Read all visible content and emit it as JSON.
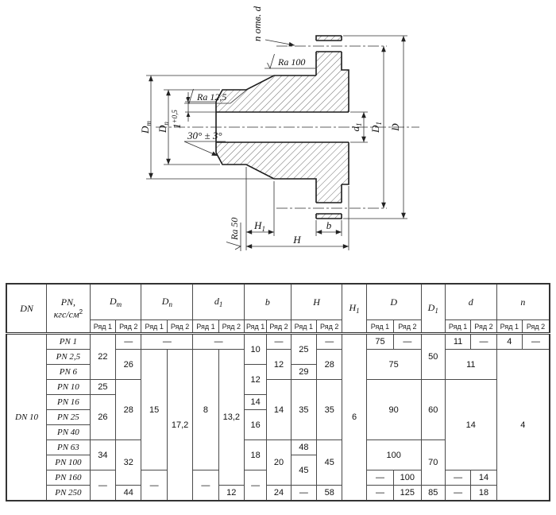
{
  "drawing": {
    "labels": {
      "holes_note": "n отв. d",
      "ra_top": "Ra 100",
      "ra_cone": "Ra 12,5",
      "ra_fillet": "Ra 50",
      "bevel_angle": "30° ± 3°",
      "land_value": "1",
      "land_tolerance": "+0,5",
      "dim_dm": {
        "base": "D",
        "sub": "m"
      },
      "dim_dn": {
        "base": "D",
        "sub": "n"
      },
      "dim_d1": {
        "base": "d",
        "sub": "1"
      },
      "dim_D1": {
        "base": "D",
        "sub": "1"
      },
      "dim_D": {
        "base": "D"
      },
      "dim_H": {
        "base": "H"
      },
      "dim_H1": {
        "base": "H",
        "sub": "1"
      },
      "dim_b": {
        "base": "b"
      }
    }
  },
  "table": {
    "header": {
      "dn": "DN",
      "pn": {
        "line1": "PN,",
        "line2": "кгс/см",
        "sup": "2"
      },
      "series_1": "Ряд 1",
      "series_2": "Ряд 2",
      "columns": [
        {
          "base": "D",
          "sub": "m",
          "split": true
        },
        {
          "base": "D",
          "sub": "n",
          "split": true
        },
        {
          "base": "d",
          "sub": "1",
          "split": true
        },
        {
          "base": "b",
          "sub": "",
          "split": true
        },
        {
          "base": "H",
          "sub": "",
          "split": true
        },
        {
          "base": "H",
          "sub": "1",
          "split": false
        },
        {
          "base": "D",
          "sub": "",
          "split": true
        },
        {
          "base": "D",
          "sub": "1",
          "split": false
        },
        {
          "base": "d",
          "sub": "",
          "split": true
        },
        {
          "base": "n",
          "sub": "",
          "split": true
        }
      ]
    },
    "rows": [
      [
        {
          "v": "DN 10",
          "rs": 11
        },
        {
          "v": "PN 1"
        },
        {
          "v": "22",
          "rs": 3
        },
        {
          "v": "—"
        },
        {
          "v": "—",
          "cs": 2
        },
        {
          "v": "—",
          "cs": 2
        },
        {
          "v": "10",
          "rs": 2
        },
        {
          "v": "—"
        },
        {
          "v": "25",
          "rs": 2
        },
        {
          "v": "—"
        },
        {
          "v": "6",
          "rs": 11
        },
        {
          "v": "75"
        },
        {
          "v": "—"
        },
        {
          "v": "50",
          "rs": 3
        },
        {
          "v": "11"
        },
        {
          "v": "—"
        },
        {
          "v": "4"
        },
        {
          "v": "—"
        }
      ],
      [
        {
          "v": "PN 2,5"
        },
        {
          "v": "26",
          "rs": 2
        },
        {
          "v": "15",
          "rs": 8
        },
        {
          "v": "17,2",
          "rs": 10
        },
        {
          "v": "8",
          "rs": 8
        },
        {
          "v": "13,2",
          "rs": 9
        },
        {
          "v": "12",
          "rs": 2
        },
        {
          "v": "28",
          "rs": 2
        },
        {
          "v": "75",
          "cs": 2,
          "rs": 2
        },
        {
          "v": "11",
          "cs": 2,
          "rs": 2
        },
        {
          "v": "4",
          "cs": 2,
          "rs": 10
        }
      ],
      [
        {
          "v": "PN 6"
        },
        {
          "v": "12",
          "rs": 2
        },
        {
          "v": "29"
        }
      ],
      [
        {
          "v": "PN 10"
        },
        {
          "v": "25"
        },
        {
          "v": "28",
          "rs": 4
        },
        {
          "v": "14",
          "rs": 4
        },
        {
          "v": "35",
          "rs": 4
        },
        {
          "v": "35",
          "rs": 4
        },
        {
          "v": "90",
          "cs": 2,
          "rs": 4
        },
        {
          "v": "60",
          "rs": 4
        },
        {
          "v": "14",
          "cs": 2,
          "rs": 6
        }
      ],
      [
        {
          "v": "PN 16"
        },
        {
          "v": "26",
          "rs": 3
        },
        {
          "v": "14"
        }
      ],
      [
        {
          "v": "PN 25"
        },
        {
          "v": "16",
          "rs": 2
        }
      ],
      [
        {
          "v": "PN 40"
        }
      ],
      [
        {
          "v": "PN 63"
        },
        {
          "v": "34",
          "rs": 2
        },
        {
          "v": "32",
          "rs": 3
        },
        {
          "v": "18",
          "rs": 2
        },
        {
          "v": "20",
          "rs": 3
        },
        {
          "v": "48"
        },
        {
          "v": "45",
          "rs": 3
        },
        {
          "v": "100",
          "cs": 2,
          "rs": 2
        },
        {
          "v": "70",
          "rs": 3
        }
      ],
      [
        {
          "v": "PN 100"
        },
        {
          "v": "45",
          "rs": 2
        }
      ],
      [
        {
          "v": "PN 160"
        },
        {
          "v": "—",
          "rs": 2
        },
        {
          "v": "—",
          "rs": 2
        },
        {
          "v": "—",
          "rs": 2
        },
        {
          "v": "—",
          "rs": 2
        },
        {
          "v": "—"
        },
        {
          "v": "100"
        },
        {
          "v": "—"
        },
        {
          "v": "14"
        }
      ],
      [
        {
          "v": "PN 250"
        },
        {
          "v": "44"
        },
        {
          "v": "12"
        },
        {
          "v": "24"
        },
        {
          "v": "—"
        },
        {
          "v": "58"
        },
        {
          "v": "—"
        },
        {
          "v": "125"
        },
        {
          "v": "85"
        },
        {
          "v": "—"
        },
        {
          "v": "18"
        }
      ]
    ]
  }
}
